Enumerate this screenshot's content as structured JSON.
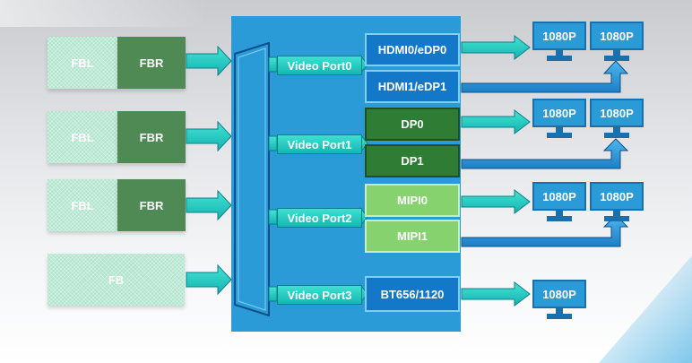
{
  "sources": [
    {
      "left": "FBL",
      "right": "FBR"
    },
    {
      "left": "FBL",
      "right": "FBR"
    },
    {
      "left": "FBL",
      "right": "FBR"
    },
    {
      "single": "FB"
    }
  ],
  "video_ports": [
    "Video Port0",
    "Video Port1",
    "Video Port2",
    "Video Port3"
  ],
  "interfaces": {
    "group0": [
      "HDMI0/eDP0",
      "HDMI1/eDP1"
    ],
    "group1": [
      "DP0",
      "DP1"
    ],
    "group2": [
      "MIPI0",
      "MIPI1"
    ],
    "group3": [
      "BT656/1120"
    ]
  },
  "display_label": "1080P",
  "colors": {
    "panel": "#2a9bd7",
    "arrow": "#1fc4c2",
    "fb_dark": "#4f8a54",
    "fb_hatch": "#aee3cc",
    "hdmi": "#1478c8",
    "dp": "#2f7d35",
    "mipi": "#86d26f"
  }
}
